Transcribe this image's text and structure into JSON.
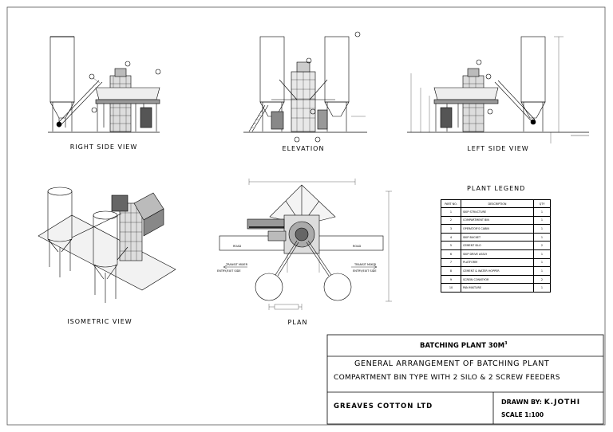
{
  "views": {
    "right_side": "RIGHT SIDE VIEW",
    "elevation": "ELEVATION",
    "left_side": "LEFT SIDE VIEW",
    "isometric": "ISOMETRIC VIEW",
    "plan": "PLAN"
  },
  "legend": {
    "title": "PLANT LEGEND",
    "headers": [
      "PART NO.",
      "DESCRIPTION",
      "QTY"
    ],
    "rows": [
      {
        "no": "1",
        "desc": "SKIP STRUCTURE",
        "qty": "1"
      },
      {
        "no": "2",
        "desc": "COMPARTMENT BIN",
        "qty": "1"
      },
      {
        "no": "3",
        "desc": "OPERATOR'S CABIN",
        "qty": "1"
      },
      {
        "no": "4",
        "desc": "SKIP BUCKET",
        "qty": "1"
      },
      {
        "no": "5",
        "desc": "CEMENT SILO",
        "qty": "2"
      },
      {
        "no": "6",
        "desc": "SKIP DRIVE ASSLY",
        "qty": "1"
      },
      {
        "no": "7",
        "desc": "PLATFORM",
        "qty": "1"
      },
      {
        "no": "8",
        "desc": "CEMENT & WATER HOPPER",
        "qty": "1"
      },
      {
        "no": "9",
        "desc": "SCREW CONVEYOR",
        "qty": "2"
      },
      {
        "no": "10",
        "desc": "PAN MIXTURE",
        "qty": "1"
      }
    ]
  },
  "plan_labels": {
    "road_left": "ROAD",
    "road_right": "ROAD",
    "transit_left_1": "TRANSIT MIXER",
    "transit_left_2": "ENTRY/EXIT SIDE",
    "transit_right_1": "TRANSIT MIXER",
    "transit_right_2": "ENTRY/EXIT SIDE"
  },
  "title_block": {
    "plant_name": "BATCHING PLANT 30M",
    "plant_sup": "3",
    "line1": "GENERAL ARRANGEMENT OF BATCHING PLANT",
    "line2": "COMPARTMENT BIN TYPE WITH 2 SILO & 2 SCREW FEEDERS",
    "company": "GREAVES COTTON LTD",
    "drawn_by_label": "DRAWN BY:",
    "drawn_by_name": "K.JOTHI",
    "scale": "SCALE 1:100"
  }
}
